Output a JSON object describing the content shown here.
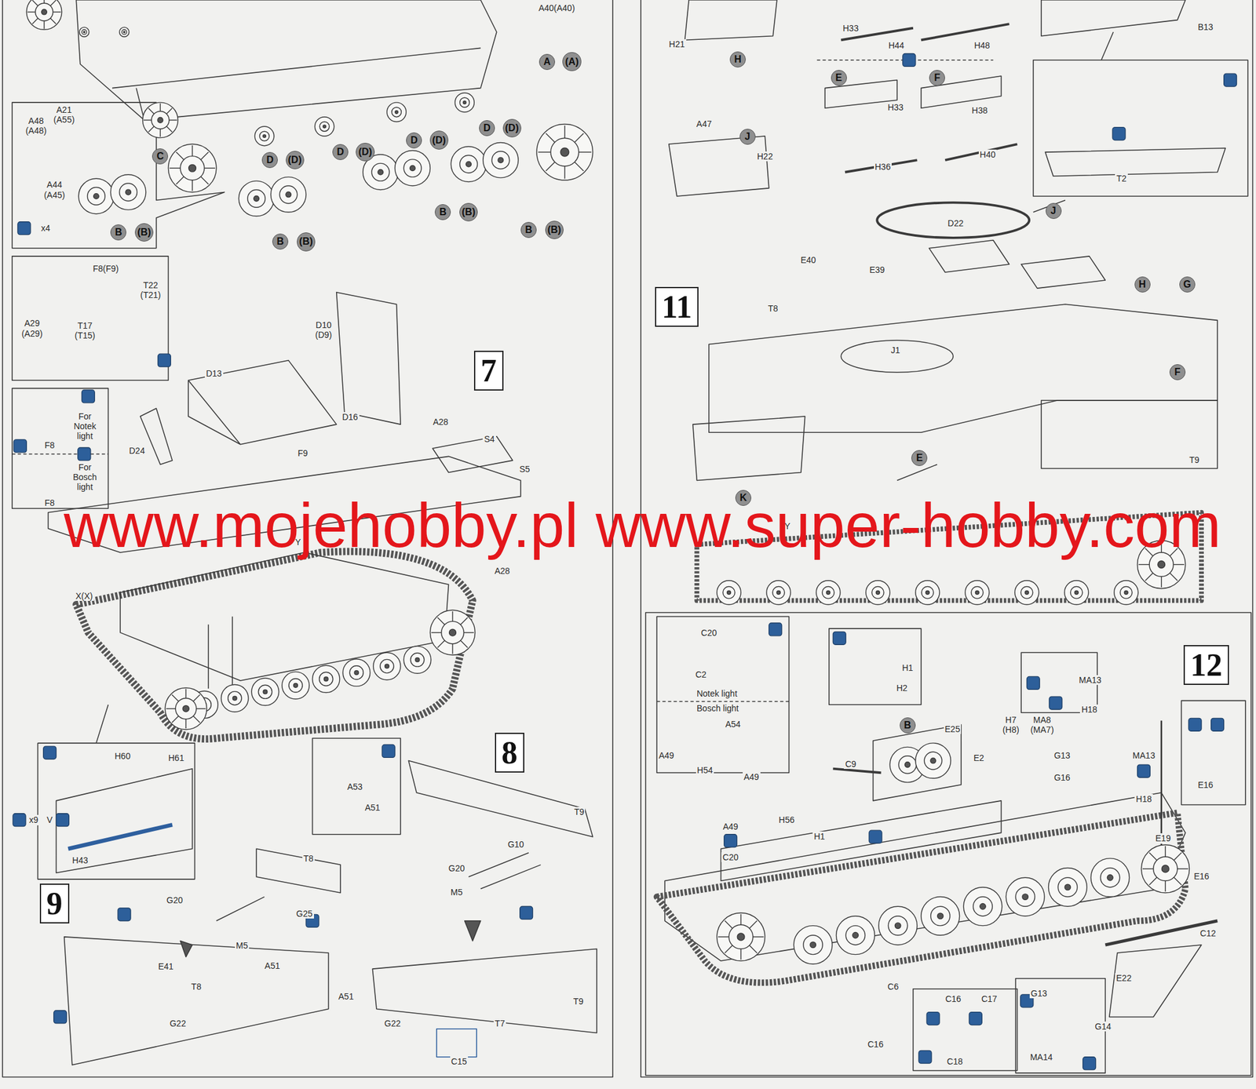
{
  "diagram": {
    "nodes": [
      {
        "text": [
          "A"
        ]
      },
      {
        "text": [
          "(A)"
        ]
      },
      {
        "text": [
          "C"
        ]
      },
      {
        "text": [
          "D"
        ]
      },
      {
        "text": [
          "(D)"
        ]
      },
      {
        "text": [
          "D"
        ]
      },
      {
        "text": [
          "(D)"
        ]
      },
      {
        "text": [
          "D"
        ]
      },
      {
        "text": [
          "(D)"
        ]
      },
      {
        "text": [
          "D"
        ]
      },
      {
        "text": [
          "(D)"
        ]
      },
      {
        "text": [
          "B"
        ]
      },
      {
        "text": [
          "(B)"
        ]
      },
      {
        "text": [
          "B"
        ]
      },
      {
        "text": [
          "(B)"
        ]
      },
      {
        "text": [
          "B"
        ]
      },
      {
        "text": [
          "(B)"
        ]
      },
      {
        "text": [
          "B"
        ]
      },
      {
        "text": [
          "(B)"
        ]
      },
      {
        "text": [
          "7"
        ]
      },
      {
        "text": [
          "9"
        ]
      },
      {
        "text": [
          "8"
        ]
      },
      {
        "text": [
          "H"
        ]
      },
      {
        "text": [
          "E"
        ]
      },
      {
        "text": [
          "F"
        ]
      },
      {
        "text": [
          "J"
        ]
      },
      {
        "text": [
          "J"
        ]
      },
      {
        "text": [
          "H"
        ]
      },
      {
        "text": [
          "G"
        ]
      },
      {
        "text": [
          "11"
        ]
      },
      {
        "text": [
          "F"
        ]
      },
      {
        "text": [
          "E"
        ]
      },
      {
        "text": [
          "K"
        ]
      },
      {
        "text": [
          "12"
        ]
      },
      {
        "text": [
          "B"
        ]
      }
    ],
    "labels": [
      "A40(A40)",
      "A21 (A55)",
      "A48 (A48)",
      "A44 (A45)",
      "x4",
      "F8(F9)",
      "T22 (T21)",
      "A29 (A29)",
      "T17 (T15)",
      "F8",
      "For Notek light",
      "For Bosch light",
      "F8",
      "D10 (D9)",
      "D13",
      "D16",
      "A28",
      "S4",
      "D24",
      "F9",
      "S5",
      "Y",
      "A28",
      "X(X)",
      "x9",
      "V",
      "H60",
      "H61",
      "H43",
      "A53",
      "A51",
      "T9",
      "G10",
      "T8",
      "G20",
      "M5",
      "G20",
      "G25",
      "M5",
      "E41",
      "A51",
      "T8",
      "A51",
      "T9",
      "G22",
      "G22",
      "T7",
      "C15",
      "H21",
      "H33",
      "H44",
      "H48",
      "B13",
      "H33",
      "H38",
      "A47",
      "H22",
      "H40",
      "H36",
      "T2",
      "D22",
      "E40",
      "E39",
      "T8",
      "J1",
      "T9",
      "Y",
      "C20",
      "H1",
      "C2",
      "MA13",
      "H2",
      "Notek light",
      "Bosch light",
      "H18",
      "A54",
      "E25",
      "H7 (H8)",
      "MA8 (MA7)",
      "E2",
      "A49",
      "G13",
      "MA13",
      "C9",
      "H54",
      "A49",
      "G16",
      "E16",
      "H18",
      "H56",
      "A49",
      "H1",
      "E19",
      "E16",
      "C20",
      "C12",
      "E22",
      "C6",
      "G13",
      "C16",
      "C17",
      "G14",
      "C16",
      "MA14",
      "C18",
      "www.mojehobby.pl www.super-hobby.com"
    ]
  }
}
